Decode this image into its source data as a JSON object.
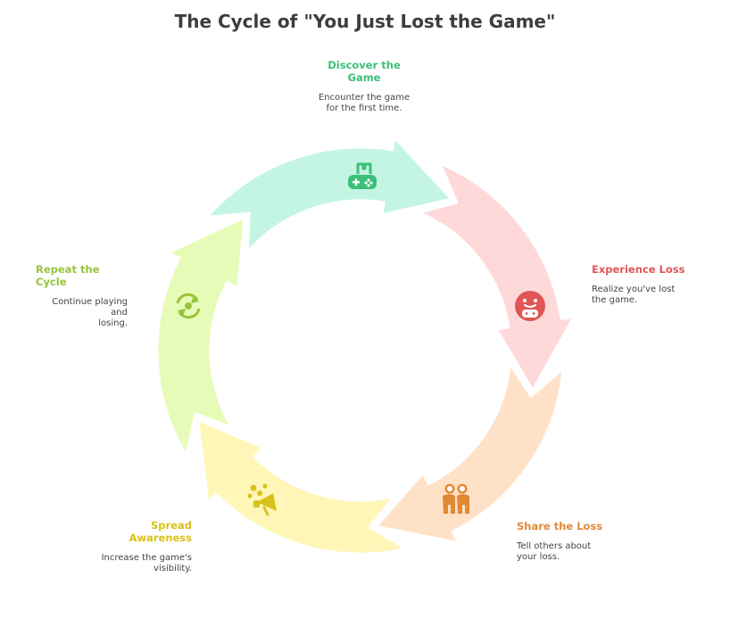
{
  "title": "The Cycle of \"You Just Lost the Game\"",
  "steps": [
    {
      "heading_lines": [
        "Discover the",
        "Game"
      ],
      "desc_lines": [
        "Encounter the game",
        "for the first time."
      ],
      "color": "#3cbf78",
      "fill": "#c4f5e2",
      "icon": "gamepad-icon"
    },
    {
      "heading_lines": [
        "Experience Loss"
      ],
      "desc_lines": [
        "Realize you've lost",
        "the game."
      ],
      "color": "#e25555",
      "fill": "#ffd9d9",
      "icon": "sad-face-icon"
    },
    {
      "heading_lines": [
        "Share the Loss"
      ],
      "desc_lines": [
        "Tell others about",
        "your loss."
      ],
      "color": "#e08a35",
      "fill": "#ffe1c8",
      "icon": "people-icon"
    },
    {
      "heading_lines": [
        "Spread",
        "Awareness"
      ],
      "desc_lines": [
        "Increase the game's",
        "visibility."
      ],
      "color": "#d8c21a",
      "fill": "#fff6b8",
      "icon": "megaphone-icon"
    },
    {
      "heading_lines": [
        "Repeat the Cycle"
      ],
      "desc_lines": [
        "Continue playing and",
        "losing."
      ],
      "color": "#97c43a",
      "fill": "#e7fbb8",
      "icon": "cycle-icon"
    }
  ]
}
